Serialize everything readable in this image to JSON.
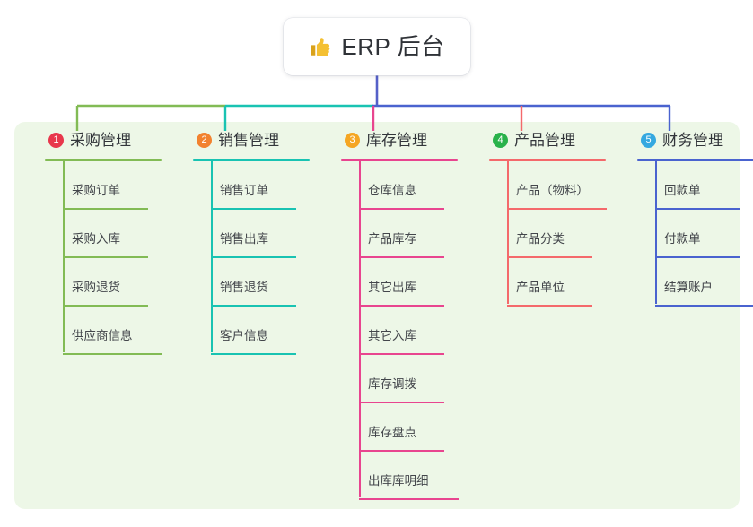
{
  "page": {
    "background": "#ffffff",
    "panel_background": "#edf7e7"
  },
  "root": {
    "icon": "thumbs-up-icon",
    "title": "ERP 后台"
  },
  "trunk": {
    "color": "#5560c8"
  },
  "columns": [
    {
      "index": "1",
      "badge_number": "1",
      "badge_color": "#e8374c",
      "title": "采购管理",
      "accent": "#82bb55",
      "connector_color": "#82bb55",
      "items": [
        {
          "label": "采购订单"
        },
        {
          "label": "采购入库"
        },
        {
          "label": "采购退货"
        },
        {
          "label": "供应商信息"
        }
      ]
    },
    {
      "index": "2",
      "badge_number": "2",
      "badge_color": "#f2822f",
      "title": "销售管理",
      "accent": "#19c3b2",
      "connector_color": "#19c3b2",
      "items": [
        {
          "label": "销售订单"
        },
        {
          "label": "销售出库"
        },
        {
          "label": "销售退货"
        },
        {
          "label": "客户信息"
        }
      ]
    },
    {
      "index": "3",
      "badge_number": "3",
      "badge_color": "#f5a623",
      "title": "库存管理",
      "accent": "#e8458f",
      "connector_color": "#e8458f",
      "items": [
        {
          "label": "仓库信息"
        },
        {
          "label": "产品库存"
        },
        {
          "label": "其它出库"
        },
        {
          "label": "其它入库"
        },
        {
          "label": "库存调拨"
        },
        {
          "label": "库存盘点"
        },
        {
          "label": "出库库明细"
        }
      ]
    },
    {
      "index": "4",
      "badge_number": "4",
      "badge_color": "#29b24a",
      "title": "产品管理",
      "accent": "#f4696b",
      "connector_color": "#f4696b",
      "items": [
        {
          "label": "产品（物料）"
        },
        {
          "label": "产品分类"
        },
        {
          "label": "产品单位"
        }
      ]
    },
    {
      "index": "5",
      "badge_number": "5",
      "badge_color": "#35a8e0",
      "title": "财务管理",
      "accent": "#4a63cf",
      "connector_color": "#4a63cf",
      "items": [
        {
          "label": "回款单"
        },
        {
          "label": "付款单"
        },
        {
          "label": "结算账户"
        }
      ]
    }
  ],
  "connector_bus": {
    "segments": [
      {
        "from": "col1",
        "to": "col2",
        "color": "#82bb55"
      },
      {
        "from": "col2",
        "to": "col3",
        "color": "#19c3b2"
      },
      {
        "from": "col3",
        "to": "col5",
        "color": "#4a63cf"
      }
    ]
  }
}
